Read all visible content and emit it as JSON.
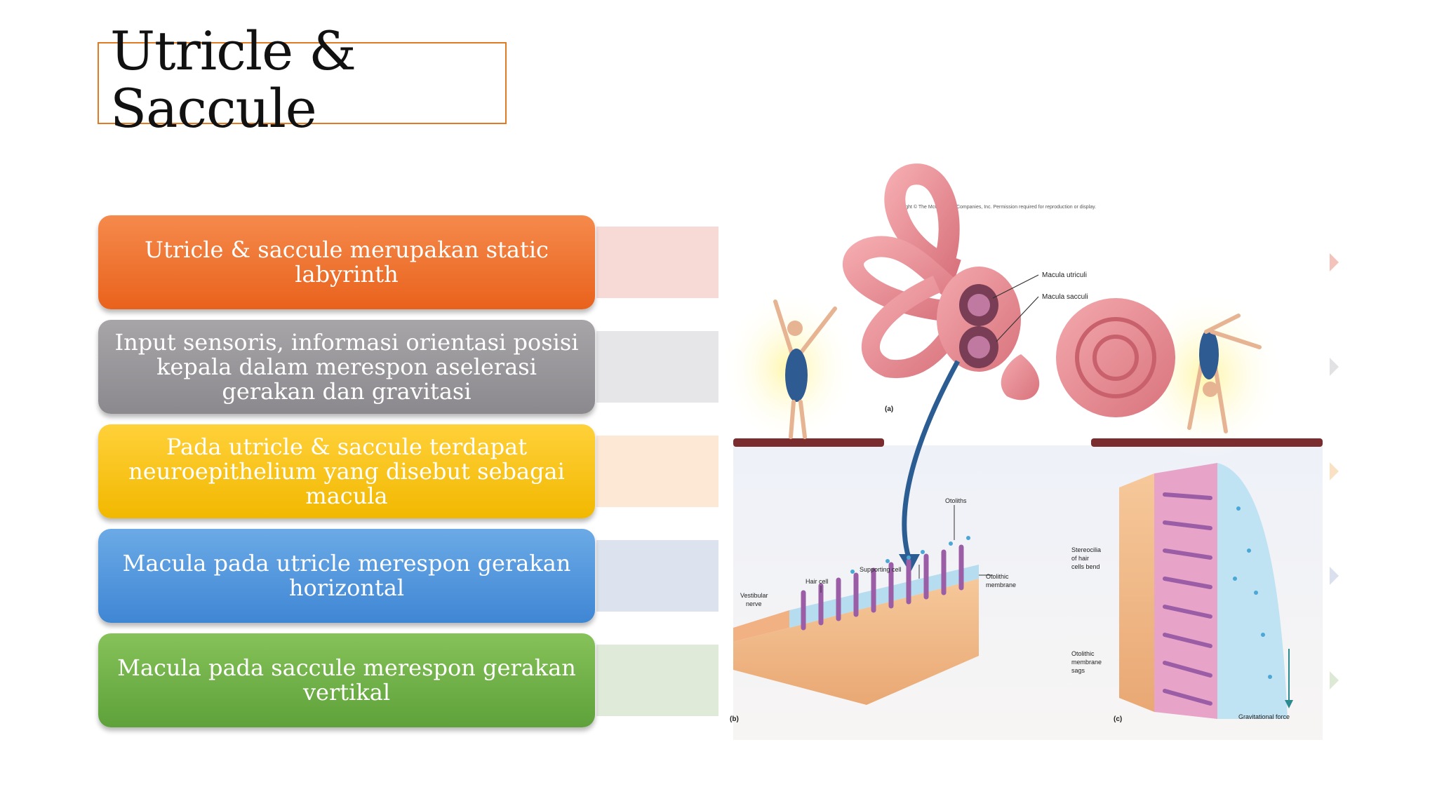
{
  "slide": {
    "title_line1": "Utricle &",
    "title_line2": "Saccule"
  },
  "items": [
    {
      "text": "Utricle & saccule merupakan static labyrinth",
      "color_top": "#f58a4c",
      "color_bottom": "#e9621c",
      "strip": "#f7dad6",
      "arrow": "#f3c2bb"
    },
    {
      "text": "Input sensoris, informasi orientasi posisi kepala dalam merespon aselerasi gerakan dan gravitasi",
      "color_top": "#a7a5a8",
      "color_bottom": "#8b898d",
      "strip": "#e6e5e8",
      "arrow": "#e2e1e4"
    },
    {
      "text": "Pada utricle & saccule terdapat neuroepithelium yang disebut sebagai macula",
      "color_top": "#ffd13a",
      "color_bottom": "#f2b800",
      "strip": "#fde7d5",
      "arrow": "#fbe1c3"
    },
    {
      "text": "Macula pada utricle merespon gerakan horizontal",
      "color_top": "#6baae6",
      "color_bottom": "#3f86d4",
      "strip": "#dde3ee",
      "arrow": "#dbe0ee"
    },
    {
      "text": "Macula pada saccule merespon gerakan vertikal",
      "color_top": "#86c259",
      "color_bottom": "#5ea13a",
      "strip": "#e0ead9",
      "arrow": "#dde8d5"
    }
  ],
  "figure": {
    "copyright": "Copyright © The McGraw-Hill Companies, Inc. Permission required for reproduction or display.",
    "label_macula_utriculi": "Macula utriculi",
    "label_macula_sacculi": "Macula sacculi",
    "panel_a": "(a)",
    "panel_b": "(b)",
    "panel_c": "(c)",
    "label_otoliths": "Otoliths",
    "label_supporting_cell": "Supporting cell",
    "label_hair_cell": "Hair cell",
    "label_otolithic_membrane_1": "Otolithic",
    "label_otolithic_membrane_2": "membrane",
    "label_vestibular_1": "Vestibular",
    "label_vestibular_2": "nerve",
    "label_stereocilia_1": "Stereocilia",
    "label_stereocilia_2": "of hair",
    "label_stereocilia_3": "cells bend",
    "label_sags_1": "Otolithic",
    "label_sags_2": "membrane",
    "label_sags_3": "sags",
    "label_gravitational": "Gravitational force"
  }
}
